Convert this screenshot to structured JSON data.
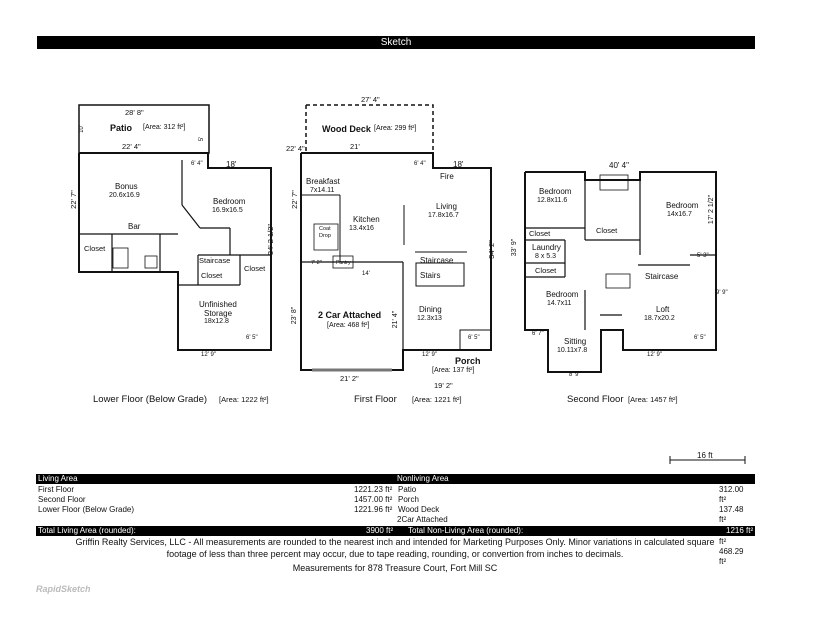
{
  "header": {
    "title": "Sketch"
  },
  "floors": {
    "lower": {
      "title": "Lower Floor (Below Grade)",
      "area": "[Area: 1222 ft²]",
      "rooms": {
        "patio": "Patio",
        "patio_area": "[Area: 312 ft²]",
        "bonus": "Bonus",
        "bonus_dim": "20.6x16.9",
        "bedroom": "Bedroom",
        "bedroom_dim": "16.9x16.5",
        "bar": "Bar",
        "closet1": "Closet",
        "staircase": "Staircase",
        "closet2": "Closet",
        "closet3": "Closet",
        "storage": "Unfinished",
        "storage2": "Storage",
        "storage_dim": "18x12.8"
      },
      "dims": {
        "d1": "28' 8\"",
        "d2": "22' 4\"",
        "d3": "18'",
        "d4": "22' 7\"",
        "d5": "34' 2 1/2\"",
        "d6": "12' 9\"",
        "d7": "6' 5\"",
        "d8": "6' 4\"",
        "d9": "10'",
        "d10": "5'"
      }
    },
    "first": {
      "title": "First Floor",
      "area": "[Area: 1221 ft²]",
      "rooms": {
        "deck": "Wood Deck",
        "deck_area": "[Area: 299 ft²]",
        "breakfast": "Breakfast",
        "breakfast_dim": "7x14.11",
        "kitchen": "Kitchen",
        "kitchen_dim": "13.4x16",
        "fire": "Fire",
        "living": "Living",
        "living_dim": "17.8x16.7",
        "coat": "Coat",
        "coat2": "Drop",
        "pantry": "Pantry",
        "staircase": "Staircase",
        "stairs": "Stairs",
        "garage": "2 Car Attached",
        "garage_area": "[Area: 468 ft²]",
        "dining": "Dining",
        "dining_dim": "12.3x13",
        "porch": "Porch",
        "porch_area": "[Area: 137 ft²]"
      },
      "dims": {
        "d1": "27' 4\"",
        "d2": "22' 4\"",
        "d3": "21'",
        "d4": "18'",
        "d5": "22' 7\"",
        "d6": "34' 2\"",
        "d7": "23' 8\"",
        "d8": "21' 4\"",
        "d9": "14'",
        "d10": "21' 2\"",
        "d11": "19' 2\"",
        "d12": "12' 9\"",
        "d13": "6' 5\"",
        "d14": "6' 4\"",
        "d15": "7' 2\""
      }
    },
    "second": {
      "title": "Second Floor",
      "area": "[Area: 1457 ft²]",
      "rooms": {
        "bed1": "Bedroom",
        "bed1_dim": "12.8x11.6",
        "bed2": "Bedroom",
        "bed2_dim": "14x16.7",
        "closet1": "Closet",
        "closet2": "Closet",
        "closet3": "Closet",
        "laundry": "Laundry",
        "laundry_dim": "8 x 5.3",
        "bed3": "Bedroom",
        "bed3_dim": "14.7x11",
        "staircase": "Staircase",
        "loft": "Loft",
        "loft_dim": "18.7x20.2",
        "sitting": "Sitting",
        "sitting_dim": "10.11x7.8"
      },
      "dims": {
        "d1": "40' 4\"",
        "d2": "17' 2 1/2\"",
        "d3": "33' 9\"",
        "d4": "12' 9\"",
        "d5": "6' 5\"",
        "d6": "8' 9\"",
        "d7": "5' 3\"",
        "d8": "9' 9\"",
        "d9": "6' 7\""
      }
    }
  },
  "scale": {
    "label": "16 ft"
  },
  "table": {
    "header_living": "Living Area",
    "header_nonliving": "Nonliving Area",
    "rows": [
      {
        "living_name": "First Floor",
        "living_val": "1221.23 ft²",
        "non_name": "Patio",
        "non_val": "312.00"
      },
      {
        "living_name": "Second Floor",
        "living_val": "1457.00 ft²",
        "non_name": "Porch",
        "non_val": "ft²"
      },
      {
        "living_name": "Lower Floor (Below Grade)",
        "living_val": "1221.96 ft²",
        "non_name": "Wood Deck",
        "non_val": "137.48"
      },
      {
        "living_name": "",
        "living_val": "",
        "non_name": "2Car Attached",
        "non_val": "ft²"
      }
    ],
    "total_living_label": "Total Living Area (rounded):",
    "total_living_val": "3900 ft²",
    "total_non_label": "Total Non-Living Area (rounded):",
    "total_non_val": "1216 ft²",
    "extra1": "ft²",
    "extra2": "468.29",
    "extra3": "ft²"
  },
  "notes": {
    "line1": "Griffin Realty Services, LLC - All measurements are rounded to the nearest inch and intended for Marketing Purposes Only. Minor variations in calculated square",
    "line2": "footage of less than three percent may occur, due to tape reading, rounding, or convertion from inches to decimals.",
    "line3": "Measurements for 878 Treasure Court, Fort Mill SC"
  },
  "watermark": "RapidSketch"
}
